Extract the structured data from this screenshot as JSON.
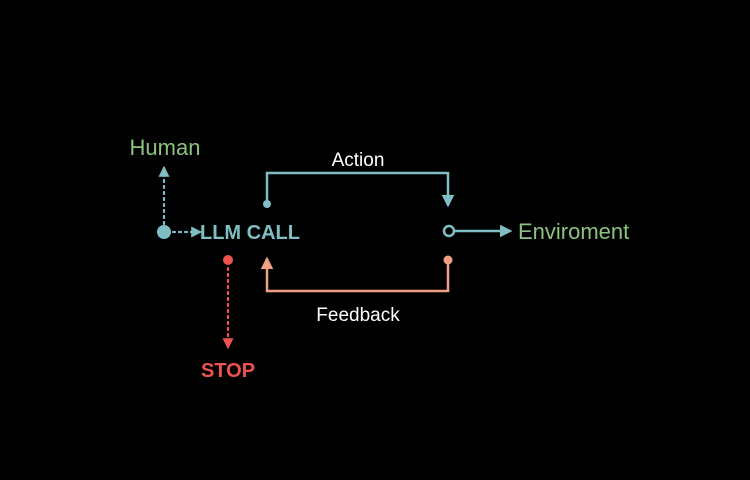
{
  "nodes": {
    "human": {
      "label": "Human"
    },
    "llm_call": {
      "label": "LLM CALL"
    },
    "environment": {
      "label": "Enviroment"
    },
    "stop": {
      "label": "STOP"
    }
  },
  "edges": {
    "action": {
      "label": "Action"
    },
    "feedback": {
      "label": "Feedback"
    }
  },
  "colors": {
    "background": "#000000",
    "teal": "#7fbfc4",
    "green": "#8cc27f",
    "salmon": "#f0a082",
    "red": "#ef5350",
    "white": "#ffffff"
  }
}
